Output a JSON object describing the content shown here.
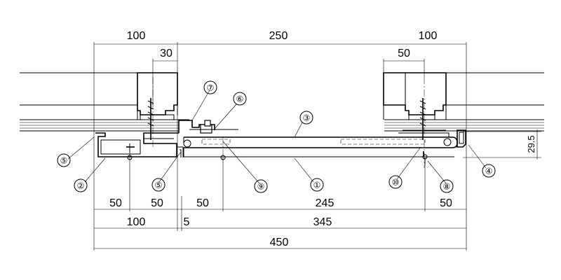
{
  "dimensions": {
    "top_left": "100",
    "top_center": "250",
    "top_right": "100",
    "sub_left": "30",
    "sub_right": "50",
    "right_vertical": "29.5",
    "row1_a": "50",
    "row1_b": "50",
    "row1_c": "50",
    "row1_d": "245",
    "row1_e": "50",
    "row2_a": "100",
    "row2_b": "5",
    "row2_c": "345",
    "row3": "450"
  },
  "callouts": {
    "c1": "①",
    "c2": "②",
    "c3": "③",
    "c4": "④",
    "c5a": "⑤",
    "c5b": "⑤",
    "c6": "⑥",
    "c7": "⑦",
    "c8": "⑧",
    "c9": "⑨",
    "c10": "⑩"
  }
}
